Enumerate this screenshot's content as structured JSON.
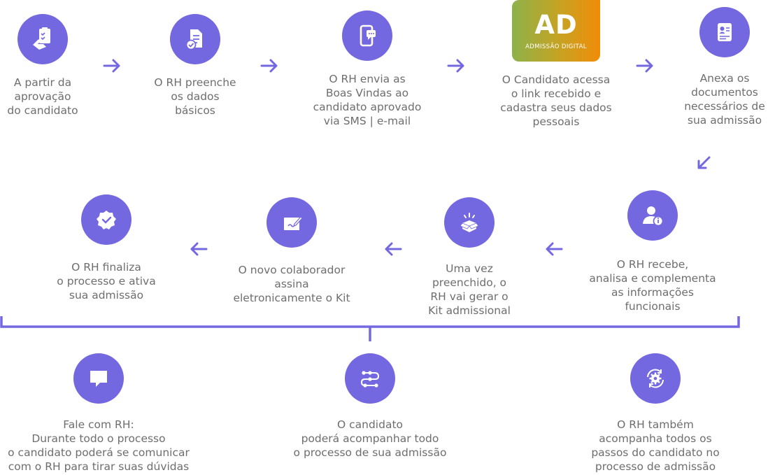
{
  "colors": {
    "accent": "#7468e0",
    "text": "#6e6e6e"
  },
  "logo": {
    "letters": "AD",
    "subtitle": "ADMISSÃO DIGITAL"
  },
  "row1": [
    {
      "icon": "clipboard-hand-icon",
      "label": "A partir da\naprovação\ndo candidato"
    },
    {
      "icon": "document-check-icon",
      "label": "O RH preenche\nos  dados\nbásicos"
    },
    {
      "icon": "phone-chat-icon",
      "label": "O RH envia as\nBoas Vindas ao\ncandidato aprovado\nvia SMS | e-mail"
    },
    {
      "icon": "admissao-digital-logo",
      "label": "O Candidato acessa\no link recebido e\ncadastra  seus dados\npessoais"
    },
    {
      "icon": "id-card-icon",
      "label": "Anexa  os\ndocumentos\nnecessários de\nsua admissão"
    }
  ],
  "row2": [
    {
      "icon": "badge-check-icon",
      "label": "O RH finaliza\no processo  e ativa\nsua admissão"
    },
    {
      "icon": "sign-pen-icon",
      "label": "O novo colaborador\nassina\neletronicamente o Kit"
    },
    {
      "icon": "open-box-icon",
      "label": "Uma vez\npreenchido, o\nRH vai gerar o\nKit admissional"
    },
    {
      "icon": "user-info-icon",
      "label": "O RH recebe,\nanalisa e complementa\nas informações\nfuncionais"
    }
  ],
  "row3": [
    {
      "icon": "chat-bubble-icon",
      "label": "Fale com RH:\nDurante todo o processo\no candidato poderá se comunicar\ncom o RH para tirar suas dúvidas"
    },
    {
      "icon": "process-flow-icon",
      "label": "O candidato\npoderá acompanhar todo\no processo de sua admissão"
    },
    {
      "icon": "gear-cycle-icon",
      "label": "O RH também\nacompanha todos os\npassos do candidato no\nprocesso de admissão"
    }
  ]
}
